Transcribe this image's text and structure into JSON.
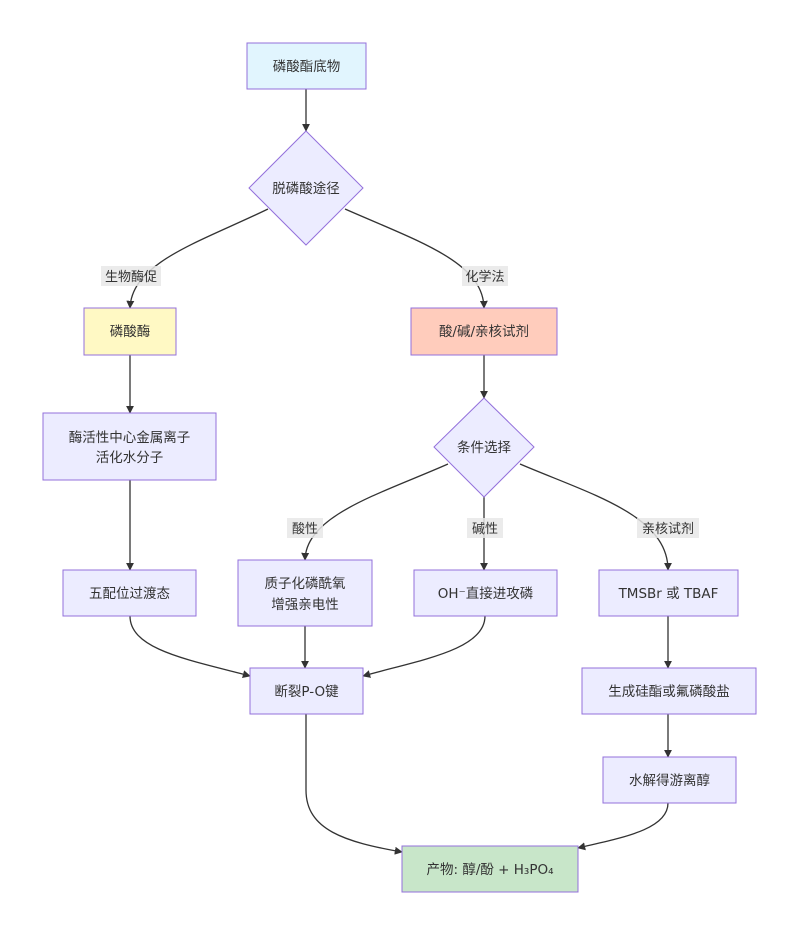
{
  "colors": {
    "default_fill": "#ececff",
    "default_stroke": "#9370db",
    "start_fill": "#e1f5fe",
    "enzyme_fill": "#fff9c4",
    "chemical_fill": "#ffccbc",
    "end_fill": "#c8e6c9",
    "edge": "#333333",
    "edge_label_bg": "#e8e8e8"
  },
  "nodes": {
    "substrate": {
      "lines": [
        "磷酸酯底物"
      ]
    },
    "route": {
      "lines": [
        "脱磷酸途径"
      ]
    },
    "phosphatase": {
      "lines": [
        "磷酸酶"
      ]
    },
    "reagents": {
      "lines": [
        "酸/碱/亲核试剂"
      ]
    },
    "metal_activation": {
      "lines": [
        "酶活性中心金属离子",
        "活化水分子"
      ]
    },
    "condition": {
      "lines": [
        "条件选择"
      ]
    },
    "transition_state": {
      "lines": [
        "五配位过渡态"
      ]
    },
    "protonation": {
      "lines": [
        "质子化磷酰氧",
        "增强亲电性"
      ]
    },
    "hydroxide_attack": {
      "lines": [
        "OH⁻直接进攻磷"
      ]
    },
    "tmsbr_tbaf": {
      "lines": [
        "TMSBr 或 TBAF"
      ]
    },
    "po_cleavage": {
      "lines": [
        "断裂P-O键"
      ]
    },
    "silyl_ester": {
      "lines": [
        "生成硅酯或氟磷酸盐"
      ]
    },
    "hydrolysis": {
      "lines": [
        "水解得游离醇"
      ]
    },
    "product": {
      "lines": [
        "产物: 醇/酚 + H₃PO₄"
      ]
    }
  },
  "edge_labels": {
    "biological": "生物酶促",
    "chemical": "化学法",
    "acidic": "酸性",
    "basic": "碱性",
    "nucleophile": "亲核试剂"
  }
}
